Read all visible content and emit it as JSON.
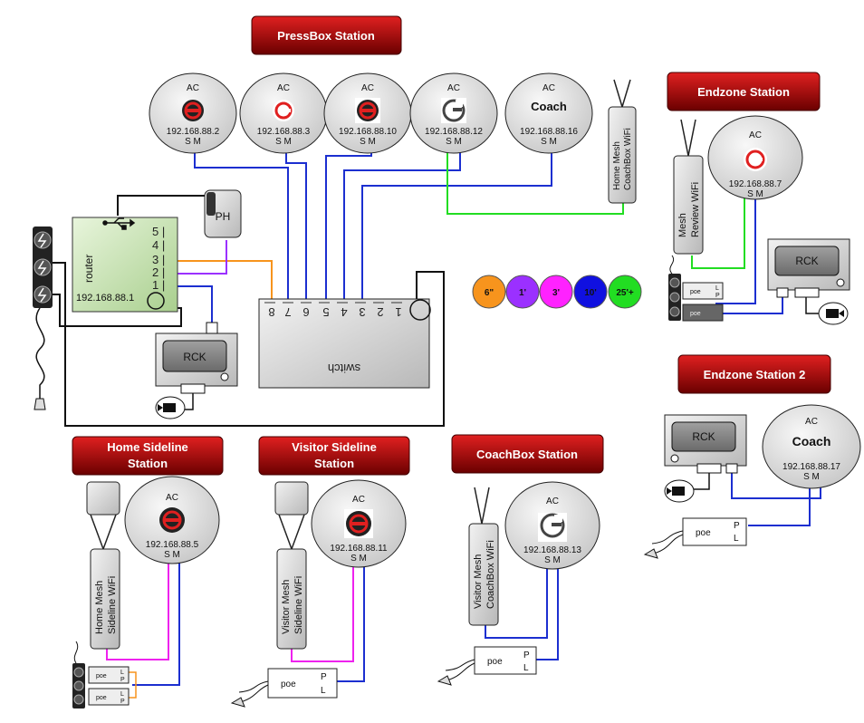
{
  "titles": {
    "pressbox": "PressBox Station",
    "endzone": "Endzone Station",
    "endzone2": "Endzone Station 2",
    "home_sideline": "Home Sideline",
    "home_sideline_2": "Station",
    "visitor_sideline": "Visitor Sideline",
    "visitor_sideline_2": "Station",
    "coachbox": "CoachBox Station"
  },
  "access_points": {
    "ac_label": "AC",
    "sm_label": "S M",
    "coach_label": "Coach",
    "pressbox": [
      {
        "ip": "192.168.88.2",
        "logo": "gs-dark-logo"
      },
      {
        "ip": "192.168.88.3",
        "logo": "c-white-logo"
      },
      {
        "ip": "192.168.88.10",
        "logo": "gs-dark-logo"
      },
      {
        "ip": "192.168.88.12",
        "logo": "g-grey-logo"
      },
      {
        "ip": "192.168.88.16",
        "logo": "coach-text"
      }
    ],
    "endzone": {
      "ip": "192.168.88.7"
    },
    "endzone2": {
      "ip": "192.168.88.17"
    },
    "home_sideline": {
      "ip": "192.168.88.5"
    },
    "visitor_sideline": {
      "ip": "192.168.88.11"
    },
    "coachbox": {
      "ip": "192.168.88.13"
    }
  },
  "router": {
    "label": "router",
    "ip": "192.168.88.1",
    "ports": [
      "5 |",
      "4 |",
      "3 |",
      "2 |",
      "1 |"
    ]
  },
  "phone": {
    "label": "PH"
  },
  "rck": {
    "label": "RCK"
  },
  "switch": {
    "label": "switch",
    "ports": [
      "8",
      "7",
      "6",
      "5",
      "4",
      "3",
      "2",
      "1"
    ]
  },
  "mesh": {
    "home_coachbox": [
      "Home Mesh",
      "CoachBox WiFi"
    ],
    "review": [
      "Mesh",
      "Review  WiFi"
    ],
    "home_sideline": [
      "Home Mesh",
      "Sideline  WiFi"
    ],
    "visitor_sideline": [
      "Visitor Mesh",
      "Sideline WiFi"
    ],
    "visitor_coachbox": [
      "Visitor Mesh",
      "CoachBox WiFi"
    ]
  },
  "poe": {
    "label": "poe",
    "p": "P",
    "l": "L"
  },
  "legend": [
    {
      "label": "6\"",
      "color": "#f7941d"
    },
    {
      "label": "1'",
      "color": "#9b30ff"
    },
    {
      "label": "3'",
      "color": "#ff22ff"
    },
    {
      "label": "10'",
      "color": "#1010e0"
    },
    {
      "label": "25'+",
      "color": "#22dd22"
    }
  ],
  "colors": {
    "cable_blue": "#1c2fd0",
    "cable_green": "#22dd22",
    "cable_magenta": "#ee22ee",
    "cable_orange": "#f7941d",
    "cable_purple": "#9b30ff",
    "title_dark": "#7a0000",
    "title_light": "#d01a1a"
  }
}
